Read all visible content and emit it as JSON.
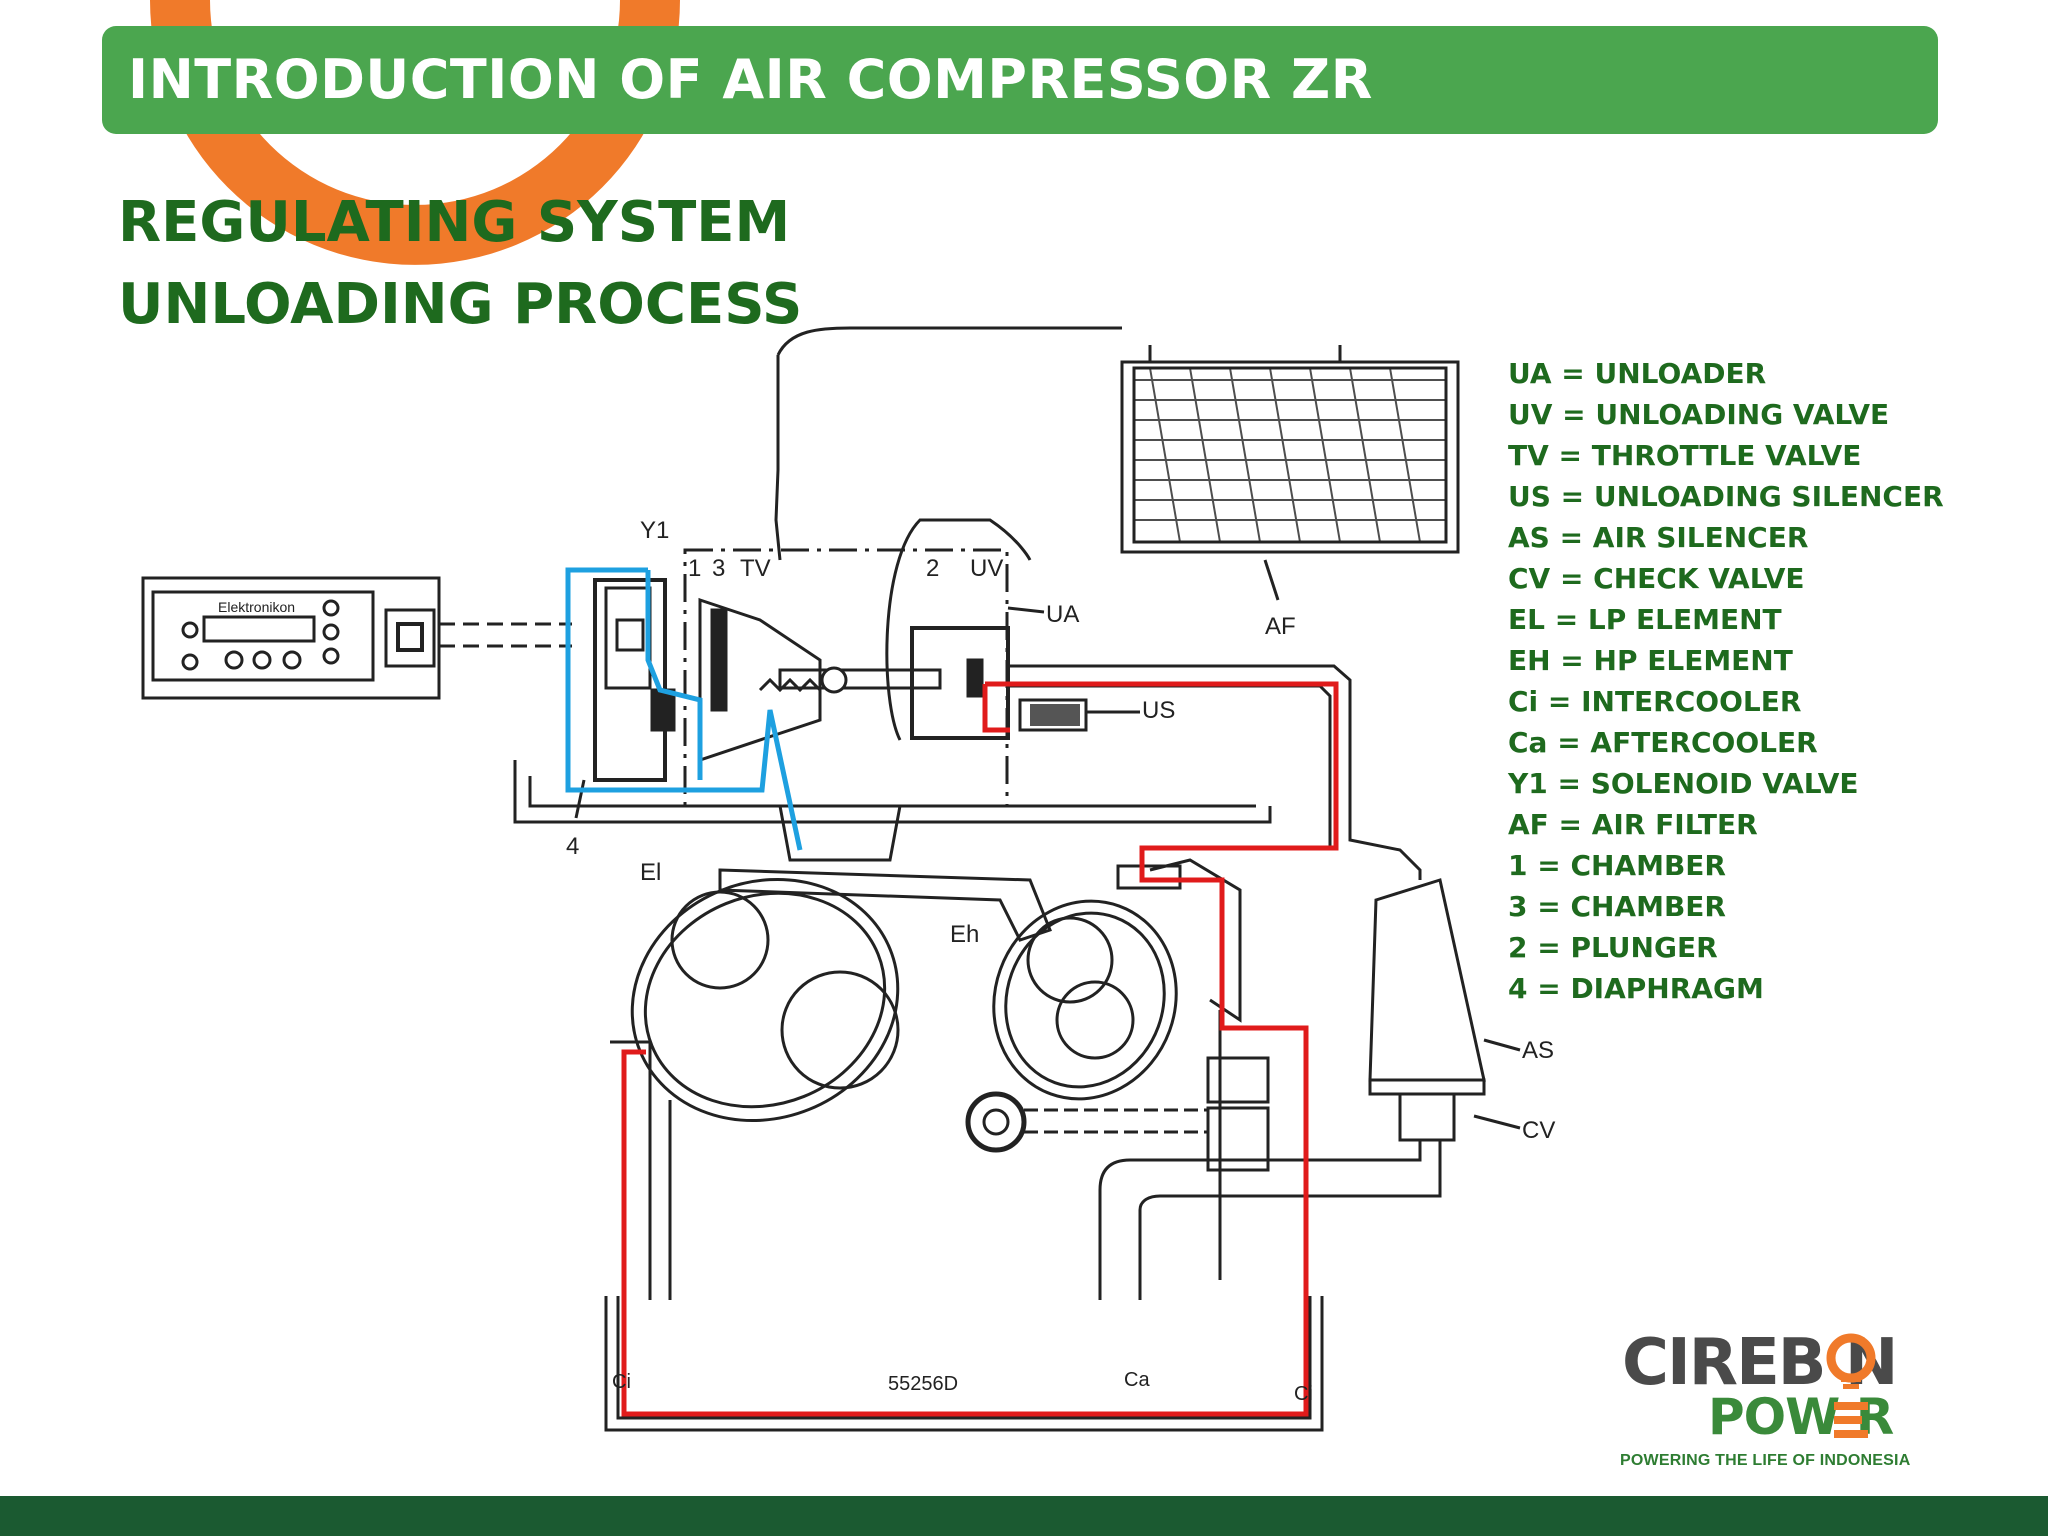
{
  "slide": {
    "title": "INTRODUCTION OF AIR COMPRESSOR ZR",
    "subtitle_line1": "REGULATING SYSTEM",
    "subtitle_line2": "UNLOADING PROCESS"
  },
  "legend": [
    "UA = UNLOADER",
    "UV = UNLOADING VALVE",
    "TV = THROTTLE VALVE",
    "US = UNLOADING SILENCER",
    "AS = AIR SILENCER",
    "CV = CHECK VALVE",
    "EL = LP ELEMENT",
    "EH = HP ELEMENT",
    "Ci = INTERCOOLER",
    "Ca = AFTERCOOLER",
    "Y1 = SOLENOID VALVE",
    "AF = AIR FILTER",
    "1 = CHAMBER",
    "3 = CHAMBER",
    "2 = PLUNGER",
    "4 = DIAPHRAGM"
  ],
  "diagram_labels": {
    "controller": "Elektronikon",
    "y1": "Y1",
    "one": "1",
    "three": "3",
    "tv": "TV",
    "two": "2",
    "uv": "UV",
    "ua": "UA",
    "af": "AF",
    "us": "US",
    "four": "4",
    "el": "El",
    "eh": "Eh",
    "as": "AS",
    "cv": "CV",
    "drawing_no": "55256D",
    "ca": "Ca",
    "ci_left": "Ci",
    "ci_right": "Ci"
  },
  "logo": {
    "line1": "CIREB  N",
    "line2": "POW  R",
    "tagline": "POWERING THE LIFE OF INDONESIA"
  },
  "colors": {
    "title_bar": "#4ba64f",
    "heading_text": "#1e6a1e",
    "decor_ring": "#f07a2a",
    "footer": "#1b5a31",
    "unloaded_air_line": "#e01b1b",
    "control_air_line": "#1ea0e0"
  }
}
